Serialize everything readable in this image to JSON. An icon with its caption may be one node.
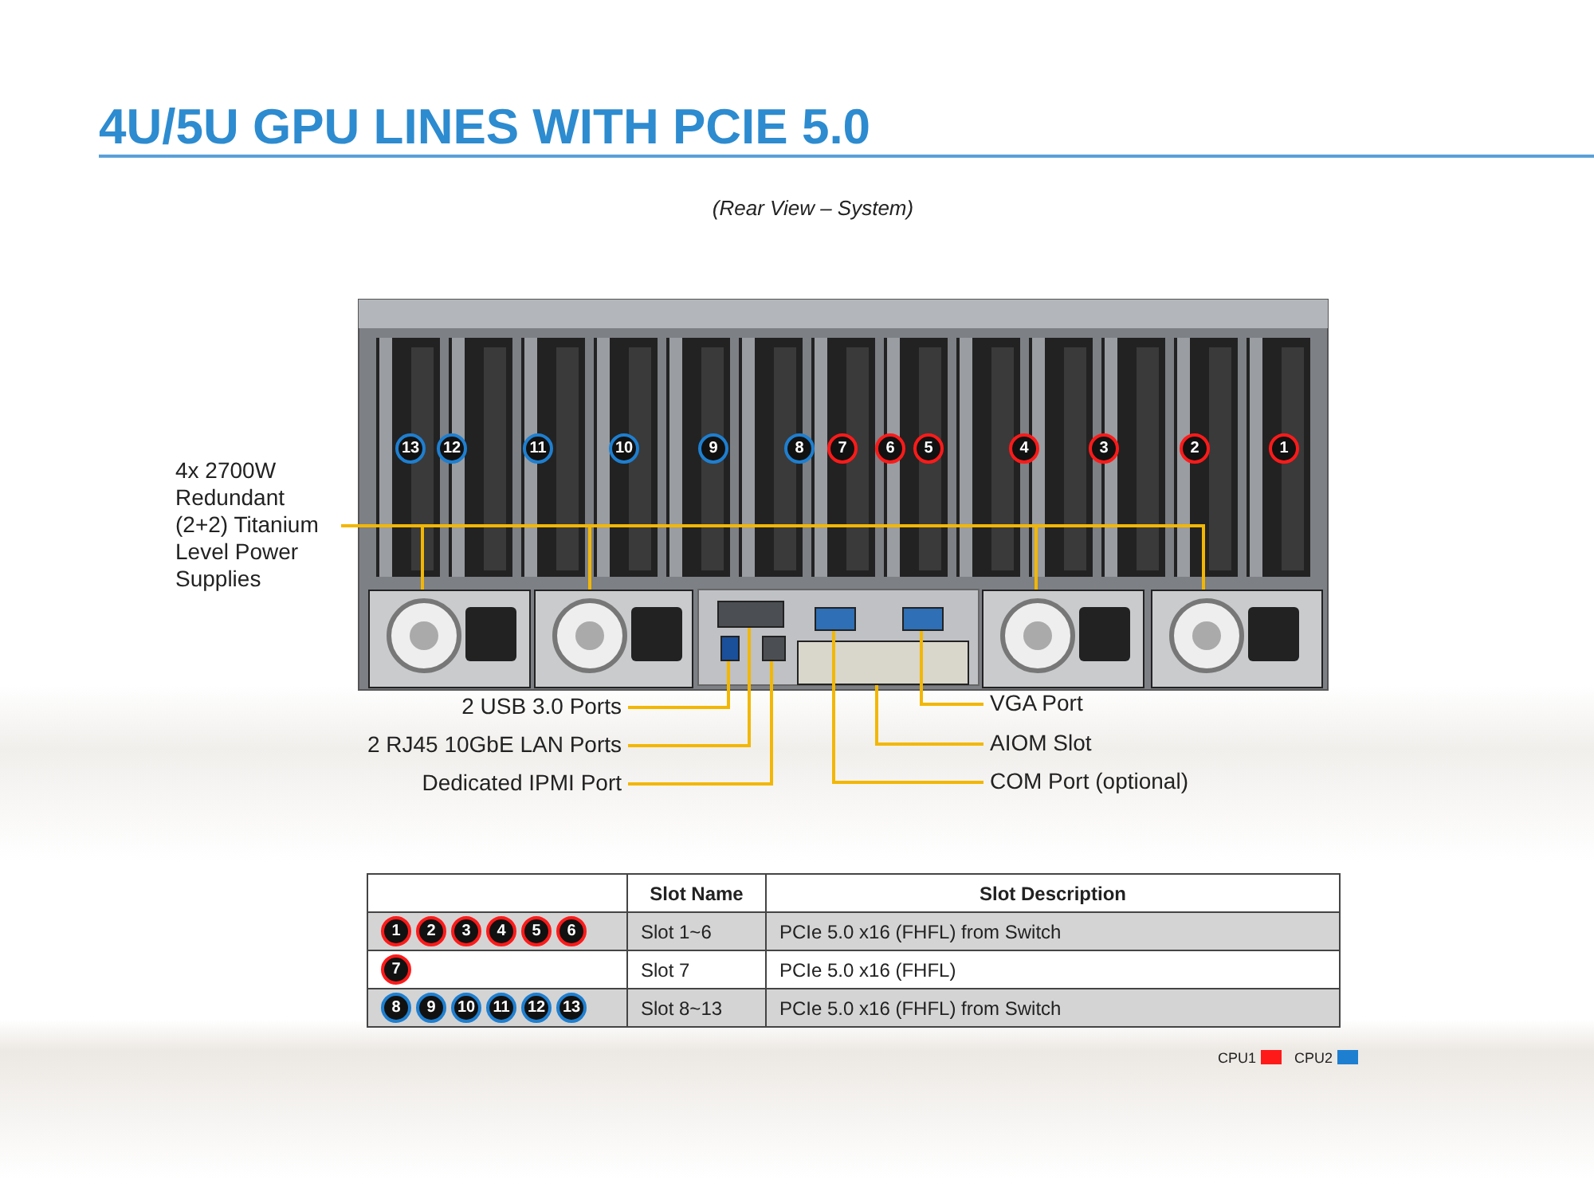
{
  "diagram": {
    "title": "4U/5U GPU LINES WITH PCIE 5.0",
    "nodes": [
      {
        "text": [
          "4x 2700W Redundant (2+2) Titanium Level Power Supplies"
        ]
      },
      {
        "text": [],
        "shape": "box"
      },
      {
        "text": [],
        "shape": "box"
      },
      {
        "text": [],
        "shape": "box"
      },
      {
        "text": [],
        "shape": "box"
      },
      {
        "text": [
          "2 USB 3.0 Ports"
        ]
      },
      {
        "text": [],
        "shape": "box"
      },
      {
        "text": [
          "2 RJ45 10GbE LAN Ports"
        ]
      },
      {
        "text": [],
        "shape": "box"
      },
      {
        "text": [
          "Dedicated IPMI Port"
        ]
      },
      {
        "text": [],
        "shape": "box"
      },
      {
        "text": [
          "VGA Port"
        ]
      },
      {
        "text": [],
        "shape": "box"
      },
      {
        "text": [
          "AIOM Slot"
        ]
      },
      {
        "text": [],
        "shape": "box"
      },
      {
        "text": [
          "COM Port (optional)"
        ]
      },
      {
        "text": [],
        "shape": "box"
      }
    ],
    "edges": [
      {
        "from": 0,
        "to": 1,
        "arrow": "none"
      },
      {
        "from": 0,
        "to": 2,
        "arrow": "none"
      },
      {
        "from": 0,
        "to": 3,
        "arrow": "none"
      },
      {
        "from": 0,
        "to": 4,
        "arrow": "none"
      },
      {
        "from": 5,
        "to": 6,
        "arrow": "none"
      },
      {
        "from": 7,
        "to": 8,
        "arrow": "none"
      },
      {
        "from": 9,
        "to": 10,
        "arrow": "none"
      },
      {
        "from": 11,
        "to": 12,
        "arrow": "none"
      },
      {
        "from": 13,
        "to": 14,
        "arrow": "none"
      },
      {
        "from": 15,
        "to": 16,
        "arrow": "none"
      }
    ],
    "labels": [
      "(Rear View – System)",
      "13",
      "12",
      "11",
      "10",
      "9",
      "8",
      "7",
      "6",
      "5",
      "4",
      "3",
      "2",
      "1",
      "Slot Name",
      "Slot Description",
      "1",
      "2",
      "3",
      "4",
      "5",
      "6",
      "Slot 1~6",
      "PCIe 5.0 x16 (FHFL) from Switch",
      "7",
      "Slot 7",
      "PCIe 5.0 x16 (FHFL)",
      "8",
      "9",
      "10",
      "11",
      "12",
      "13",
      "Slot 8~13",
      "PCIe 5.0 x16 (FHFL) from Switch"
    ],
    "legend": [
      {
        "text": "CPU1",
        "color": "#ff1a1a"
      },
      {
        "text": "CPU2",
        "color": "#1e7fd0"
      }
    ]
  }
}
